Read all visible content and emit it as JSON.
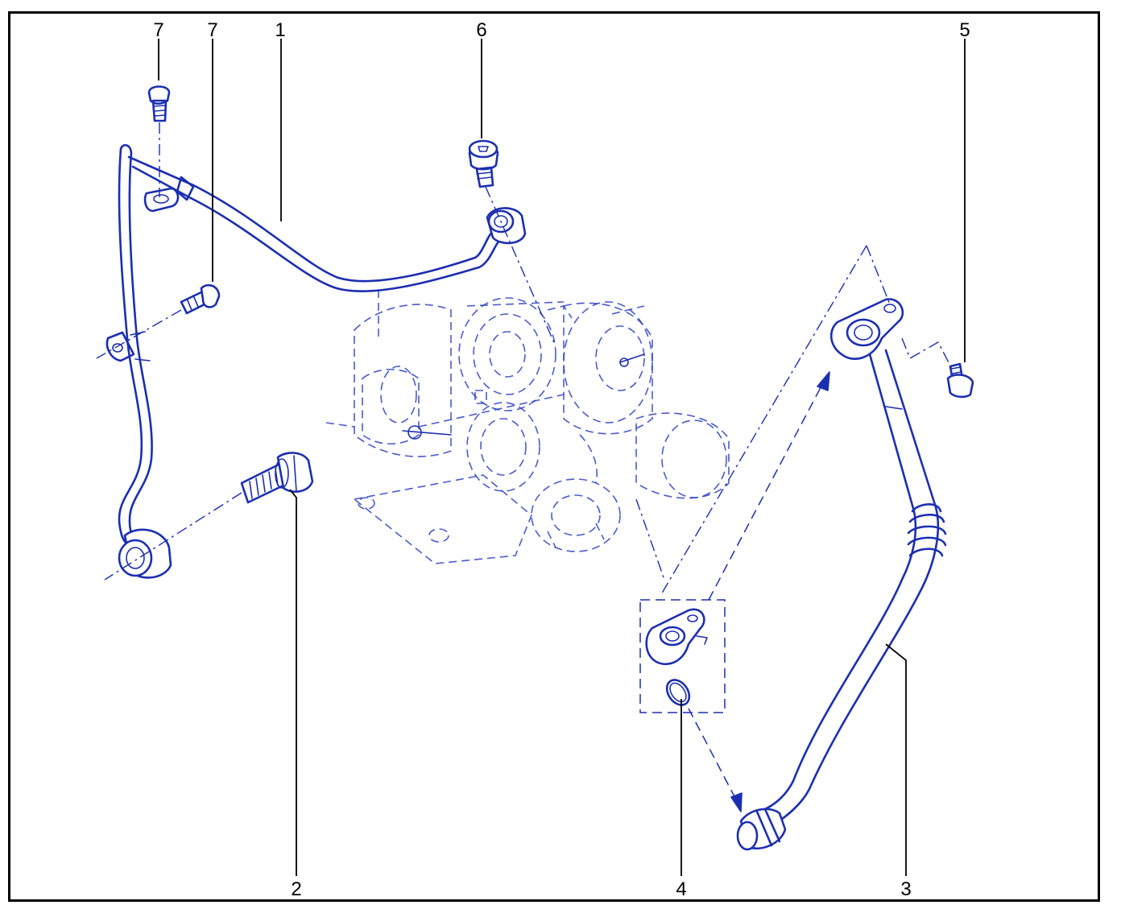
{
  "callouts": {
    "c1": "1",
    "c2": "2",
    "c3": "3",
    "c4": "4",
    "c5": "5",
    "c6": "6",
    "c7a": "7",
    "c7b": "7"
  },
  "colors": {
    "line": "#1c2fb0",
    "callout_text": "#000000",
    "frame": "#000000"
  }
}
